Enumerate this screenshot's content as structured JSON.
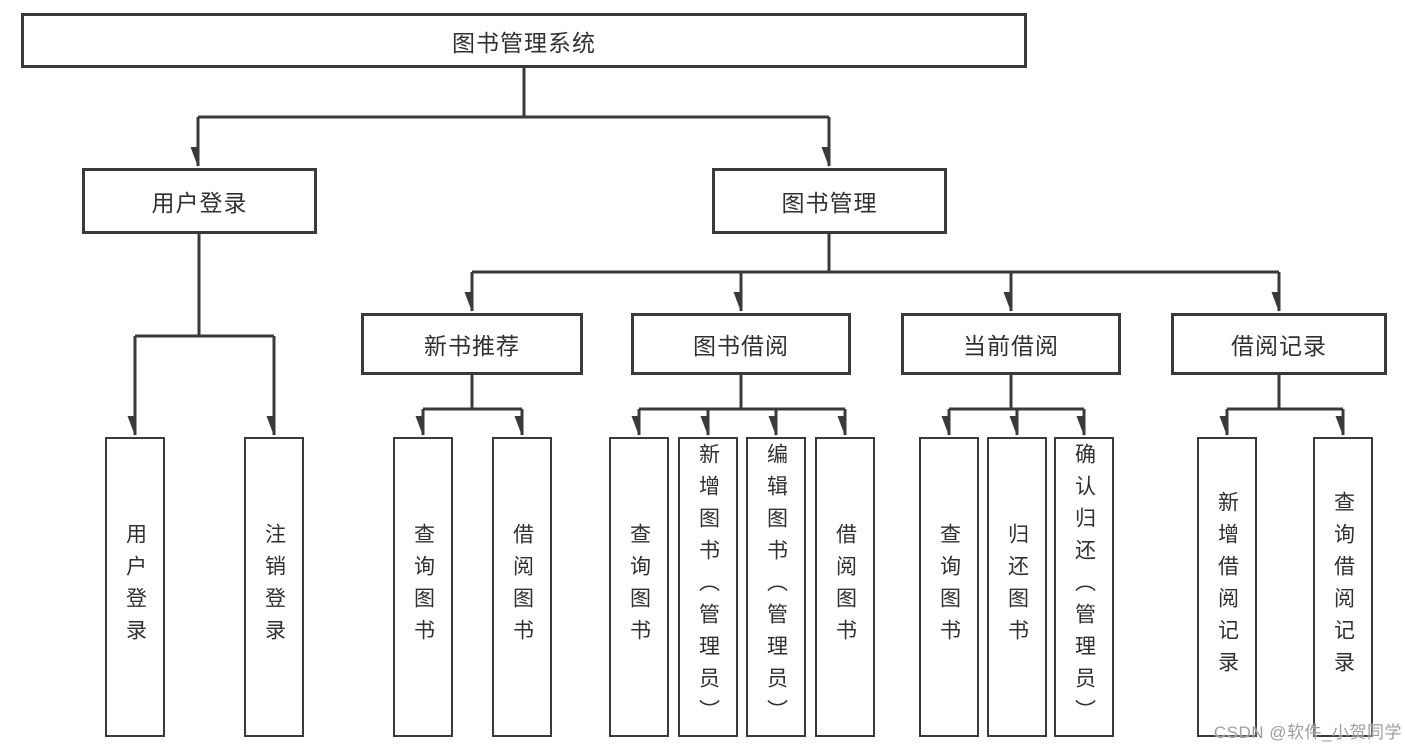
{
  "colors": {
    "line": "#3a3a3a",
    "box_border": "#3a3a3a",
    "box_fill": "#ffffff",
    "text": "#303030",
    "watermark": "#9e9e9e",
    "background": "#ffffff"
  },
  "diagram": {
    "root": {
      "label": "图书管理系统"
    },
    "branches": [
      {
        "label": "用户登录",
        "children": [
          {
            "label": "用户登录"
          },
          {
            "label": "注销登录"
          }
        ]
      },
      {
        "label": "图书管理",
        "children": [
          {
            "label": "新书推荐",
            "children": [
              {
                "label": "查询图书"
              },
              {
                "label": "借阅图书"
              }
            ]
          },
          {
            "label": "图书借阅",
            "children": [
              {
                "label": "查询图书"
              },
              {
                "label": "新增图书（管理员）"
              },
              {
                "label": "编辑图书（管理员）"
              },
              {
                "label": "借阅图书"
              }
            ]
          },
          {
            "label": "当前借阅",
            "children": [
              {
                "label": "查询图书"
              },
              {
                "label": "归还图书"
              },
              {
                "label": "确认归还（管理员）"
              }
            ]
          },
          {
            "label": "借阅记录",
            "children": [
              {
                "label": "新增借阅记录"
              },
              {
                "label": "查询借阅记录"
              }
            ]
          }
        ]
      }
    ]
  },
  "watermark": {
    "text": "CSDN @软件_小贺同学"
  }
}
